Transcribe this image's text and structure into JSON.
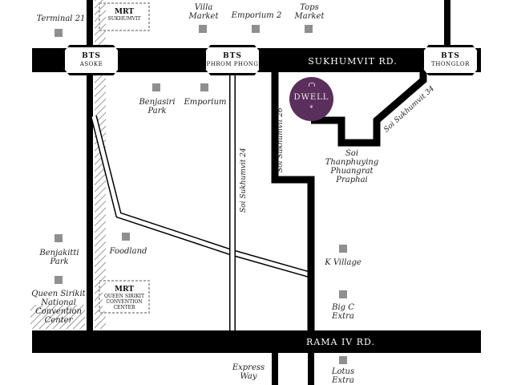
{
  "roads": {
    "sukhumvit": "SUKHUMVIT RD.",
    "rama4": "RAMA IV RD.",
    "soi24": "Soi Sukhumvit 24",
    "soi26": "Soi Sukhumvit 26",
    "soi34": "Soi Sukhumvit 34",
    "soi_thanphuying": "Soi\nThanphuying\nPhuangrat\nPraphai"
  },
  "stations": {
    "asoke": {
      "line": "BTS",
      "name": "ASOKE"
    },
    "phromphong": {
      "line": "BTS",
      "name": "PHROM PHONG"
    },
    "thonglor": {
      "line": "BTS",
      "name": "THONGLOR"
    },
    "mrt_sukhumvit": {
      "line": "MRT",
      "name": "SUKHUMVIT"
    },
    "mrt_qsncc": {
      "line": "MRT",
      "name": "QUEEN SIRIKIT\nCONVENTION\nCENTER"
    }
  },
  "landmarks": {
    "terminal21": "Terminal 21",
    "villa_market": "Villa\nMarket",
    "emporium2": "Emporium 2",
    "tops_market": "Tops\nMarket",
    "benjasiri_park": "Benjasiri\nPark",
    "emporium": "Emporium",
    "benjakitti_park": "Benjakitti\nPark",
    "foodland": "Foodland",
    "qsncc": "Queen Sirikit\nNational\nConvention\nCenter",
    "k_village": "K Village",
    "big_c": "Big C\nExtra",
    "express_way": "Express\nWay",
    "lotus": "Lotus\nExtra"
  },
  "destination": {
    "name": "DWELL",
    "marker_icon": "dwell-logo-icon",
    "color": "#5b2f5c"
  },
  "colors": {
    "road": "#000000",
    "marker": "#8f8f8f",
    "rail_hatch": "#9a9a9a"
  }
}
